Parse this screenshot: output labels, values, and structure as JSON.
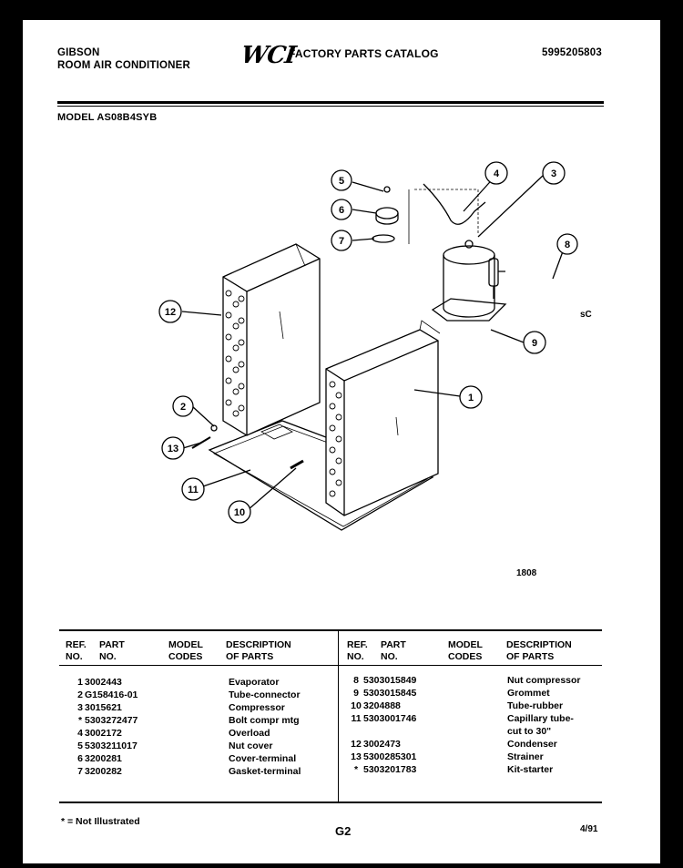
{
  "header": {
    "brand": "GIBSON",
    "product": "ROOM AIR CONDITIONER",
    "logo": "WCI",
    "catalog_title": "FACTORY PARTS CATALOG",
    "catalog_number": "5995205803"
  },
  "model_label": "MODEL AS08B4SYB",
  "diagram": {
    "callouts": [
      "1",
      "2",
      "3",
      "4",
      "5",
      "6",
      "7",
      "8",
      "9",
      "10",
      "11",
      "12",
      "13"
    ],
    "side_note": "sC",
    "figure_number": "1808"
  },
  "table": {
    "headers": {
      "ref": [
        "REF.",
        "NO."
      ],
      "part": [
        "PART",
        "NO."
      ],
      "model": [
        "MODEL",
        "CODES"
      ],
      "desc": [
        "DESCRIPTION",
        "OF PARTS"
      ]
    },
    "left_rows": [
      {
        "ref": "1",
        "part": "3002443",
        "model": "",
        "desc": "Evaporator"
      },
      {
        "ref": "2",
        "part": "G158416-01",
        "model": "",
        "desc": "Tube-connector"
      },
      {
        "ref": "3",
        "part": "3015621",
        "model": "",
        "desc": "Compressor"
      },
      {
        "ref": "*",
        "part": "5303272477",
        "model": "",
        "desc": "Bolt compr mtg"
      },
      {
        "ref": "4",
        "part": "3002172",
        "model": "",
        "desc": "Overload"
      },
      {
        "ref": "5",
        "part": "5303211017",
        "model": "",
        "desc": "Nut cover"
      },
      {
        "ref": "6",
        "part": "3200281",
        "model": "",
        "desc": "Cover-terminal"
      },
      {
        "ref": "7",
        "part": "3200282",
        "model": "",
        "desc": "Gasket-terminal"
      }
    ],
    "right_rows": [
      {
        "ref": "8",
        "part": "5303015849",
        "model": "",
        "desc": "Nut compressor"
      },
      {
        "ref": "9",
        "part": "5303015845",
        "model": "",
        "desc": "Grommet"
      },
      {
        "ref": "10",
        "part": "3204888",
        "model": "",
        "desc": "Tube-rubber"
      },
      {
        "ref": "11",
        "part": "5303001746",
        "model": "",
        "desc": "Capillary tube-"
      },
      {
        "ref": "",
        "part": "",
        "model": "",
        "desc": "cut to 30\""
      },
      {
        "ref": "12",
        "part": "3002473",
        "model": "",
        "desc": "Condenser"
      },
      {
        "ref": "13",
        "part": "5300285301",
        "model": "",
        "desc": "Strainer"
      },
      {
        "ref": "*",
        "part": "5303201783",
        "model": "",
        "desc": "Kit-starter"
      }
    ]
  },
  "footer": {
    "note": "* = Not Illustrated",
    "page": "G2",
    "date": "4/91"
  }
}
